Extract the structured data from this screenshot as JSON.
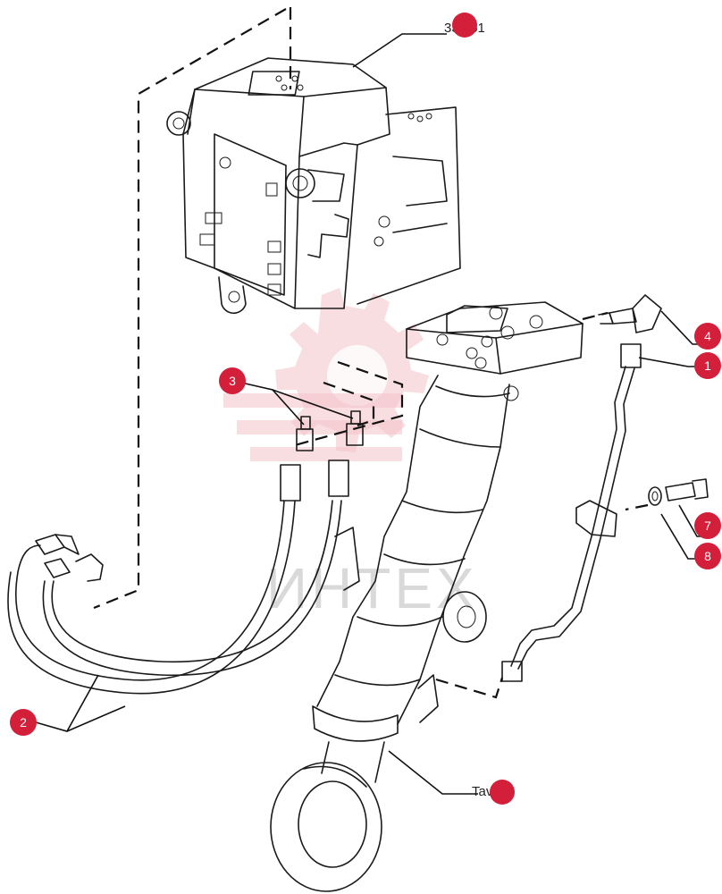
{
  "watermark": {
    "text": "ИНТЕХ",
    "color": "#f2c3c8"
  },
  "badge_color": "#d41f3b",
  "references": [
    {
      "id": "ref-top",
      "text": "33.461"
    },
    {
      "id": "ref-bottom",
      "text": "Tav. 22"
    }
  ],
  "callouts": [
    {
      "id": "1",
      "label": "1"
    },
    {
      "id": "2",
      "label": "2"
    },
    {
      "id": "3",
      "label": "3"
    },
    {
      "id": "4",
      "label": "4"
    },
    {
      "id": "7",
      "label": "7"
    },
    {
      "id": "8",
      "label": "8"
    }
  ]
}
